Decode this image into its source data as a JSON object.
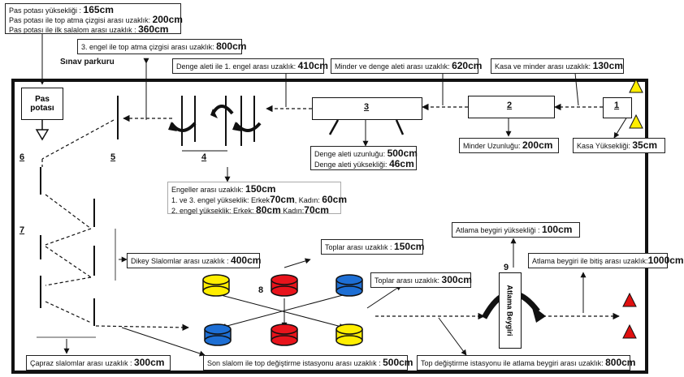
{
  "title": "Sınav parkuru",
  "stations": {
    "s1": "1",
    "s2": "2",
    "s3": "3",
    "s4": "4",
    "s5": "5",
    "s6": "6",
    "s7": "7",
    "s8": "8",
    "s9": "9"
  },
  "pas_potasi_label": "Pas potası",
  "atlama_beygiri_label": "Atlama Beygiri",
  "info": {
    "pota": [
      {
        "label": "Pas potası yüksekliği : ",
        "value": "165cm"
      },
      {
        "label": "Pas potası ile top atma çizgisi arası uzaklık: ",
        "value": "200cm"
      },
      {
        "label": "Pas potası ile ilk salalom arası uzaklık : ",
        "value": "360cm"
      }
    ],
    "engel3_top": {
      "label": "3. engel ile top atma çizgisi arası uzaklık: ",
      "value": "800cm"
    },
    "denge_engel1": {
      "label": "Denge aleti ile 1. engel arası uzaklık: ",
      "value": "410cm"
    },
    "minder_denge": {
      "label": "Minder ve denge aleti arası uzaklık: ",
      "value": "620cm"
    },
    "kasa_minder": {
      "label": "Kasa ve minder arası uzaklık: ",
      "value": "130cm"
    },
    "denge_uzunluk": {
      "label": "Denge aleti uzunluğu: ",
      "value": "500cm"
    },
    "denge_yukseklik": {
      "label": "Denge aleti yüksekliği: ",
      "value": "46cm"
    },
    "minder_uzunluk": {
      "label": "Minder Uzunluğu: ",
      "value": "200cm"
    },
    "kasa_yukseklik": {
      "label": "Kasa Yüksekliği: ",
      "value": "35cm"
    },
    "engeller": {
      "line1_label": "Engeller arası uzaklık: ",
      "line1_value": "150cm",
      "line2_label": "1. ve  3. engel yükseklik: Erkek",
      "line2_value1": "70cm",
      "line2_mid": ", Kadın: ",
      "line2_value2": "60cm",
      "line3_label": "2. engel yükseklik: Erkek: ",
      "line3_value1": "80cm",
      "line3_mid": " Kadın:",
      "line3_value2": "70cm"
    },
    "dikey_slalom": {
      "label": "Dikey Slalomlar arası uzaklık : ",
      "value": "400cm"
    },
    "toplar_arasi_1": {
      "label": "Toplar arası uzaklık : ",
      "value": "150cm"
    },
    "toplar_arasi_2": {
      "label": "Toplar arası uzaklık: ",
      "value": "300cm"
    },
    "atlama_yukseklik": {
      "label": "Atlama beygiri yüksekliği : ",
      "value": "100cm"
    },
    "atlama_bitis": {
      "label": "Atlama beygiri ile bitiş arası uzaklık:",
      "value": "1000cm"
    },
    "capraz_slalom": {
      "label": "Çapraz slalomlar arası uzaklık : ",
      "value": "300cm"
    },
    "son_slalom": {
      "label": "Son slalom ile top değiştirme istasyonu arası uzaklık : ",
      "value": "500cm"
    },
    "top_degistirme": {
      "label": "Top değiştirme istasyonu ile atlama beygiri arası uzaklık: ",
      "value": "800cm"
    }
  },
  "colors": {
    "yellow": "#ffee00",
    "red": "#e8141c",
    "blue": "#1e6fd4",
    "triangle_yellow": "#ffee00",
    "triangle_red": "#e01010"
  }
}
